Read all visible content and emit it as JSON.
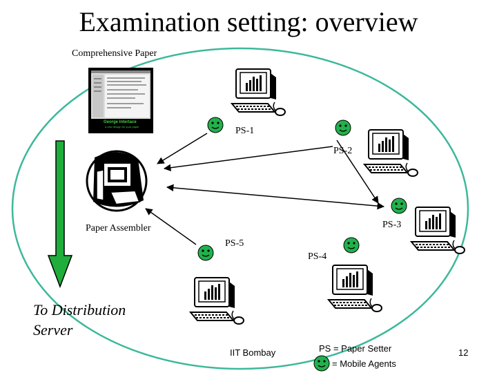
{
  "title": "Examination setting: overview",
  "labels": {
    "comprehensive_paper": "Comprehensive Paper",
    "paper_assembler": "Paper Assembler",
    "ps1": "PS-1",
    "ps2": "PS-2",
    "ps3": "PS-3",
    "ps4": "PS-4",
    "ps5": "PS-5",
    "distribution_line1": "To Distribution",
    "distribution_line2": "Server"
  },
  "footer": {
    "institution": "IIT Bombay",
    "legend_ps": "PS = Paper Setter",
    "legend_agents": "= Mobile Agents",
    "page_number": "12"
  },
  "screenshot_text": {
    "brand": "George Intertace",
    "tagline": "a new design for your paper"
  },
  "colors": {
    "ellipse": "#3cb89a",
    "arrow_green": "#1fae3c",
    "smiley": "#22b14c"
  }
}
